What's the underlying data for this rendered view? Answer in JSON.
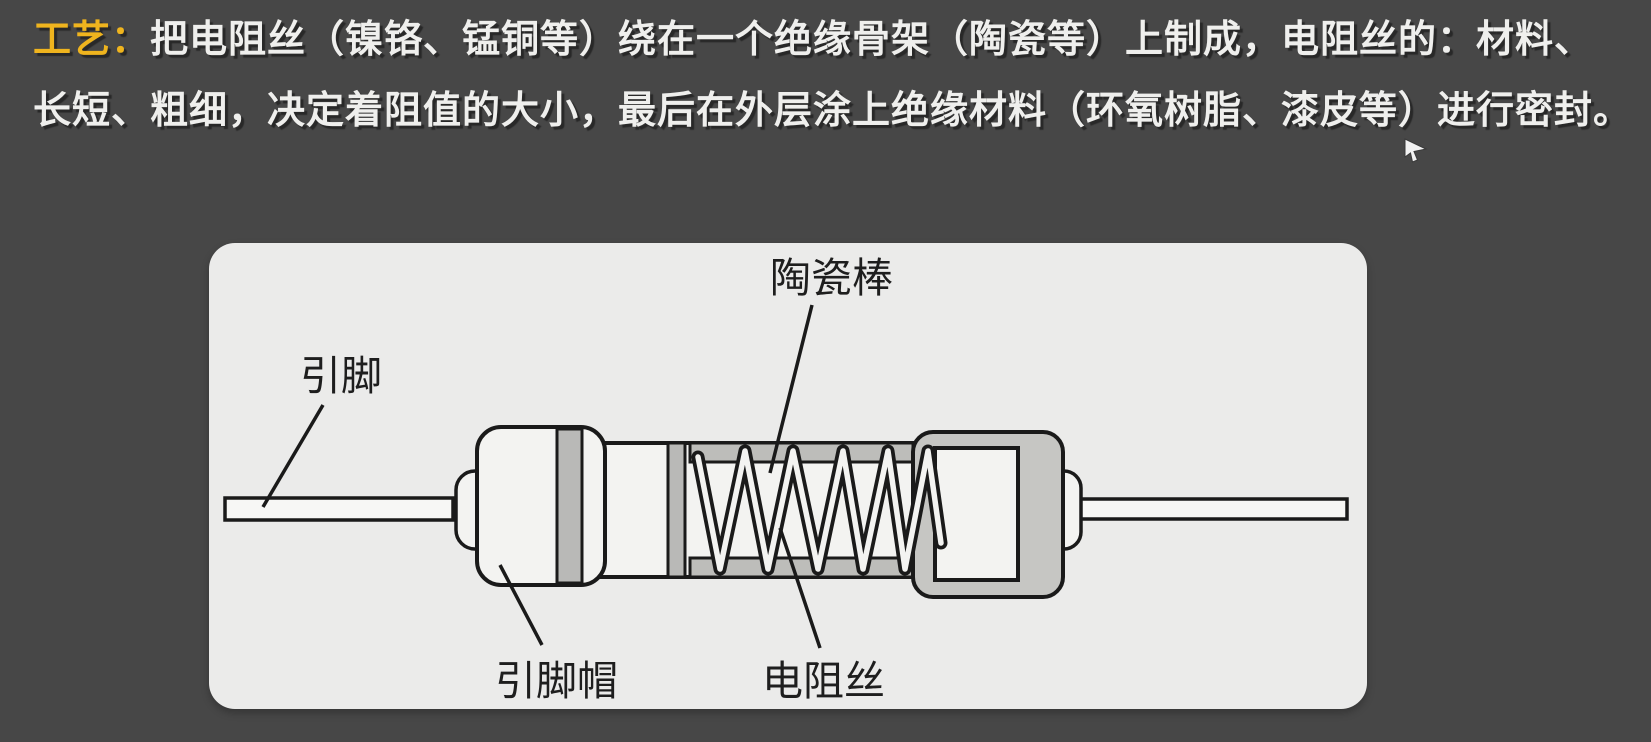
{
  "slide": {
    "background_color": "#474747",
    "intro": {
      "label": "工艺：",
      "line1": "把电阻丝（镍铬、锰铜等）绕在一个绝缘骨架（陶瓷等）上制成，电阻丝的：材料、",
      "line2": "长短、粗细，决定着阻值的大小，最后在外层涂上绝缘材料（环氧树脂、漆皮等）进行密封。",
      "label_color": "#EFB41E",
      "text_color": "#EFEFED"
    }
  },
  "diagram": {
    "panel_color": "#EBEBEA",
    "outline_color": "#1A1A1A",
    "fill_color": "#F3F3F1",
    "band_color": "#B9B9B7",
    "shell_color": "#C6C6C3",
    "labels": {
      "ceramic_rod": "陶瓷棒",
      "lead": "引脚",
      "lead_cap": "引脚帽",
      "resistance_wire": "电阻丝"
    }
  },
  "cursor": {
    "icon": "mouse-pointer"
  }
}
